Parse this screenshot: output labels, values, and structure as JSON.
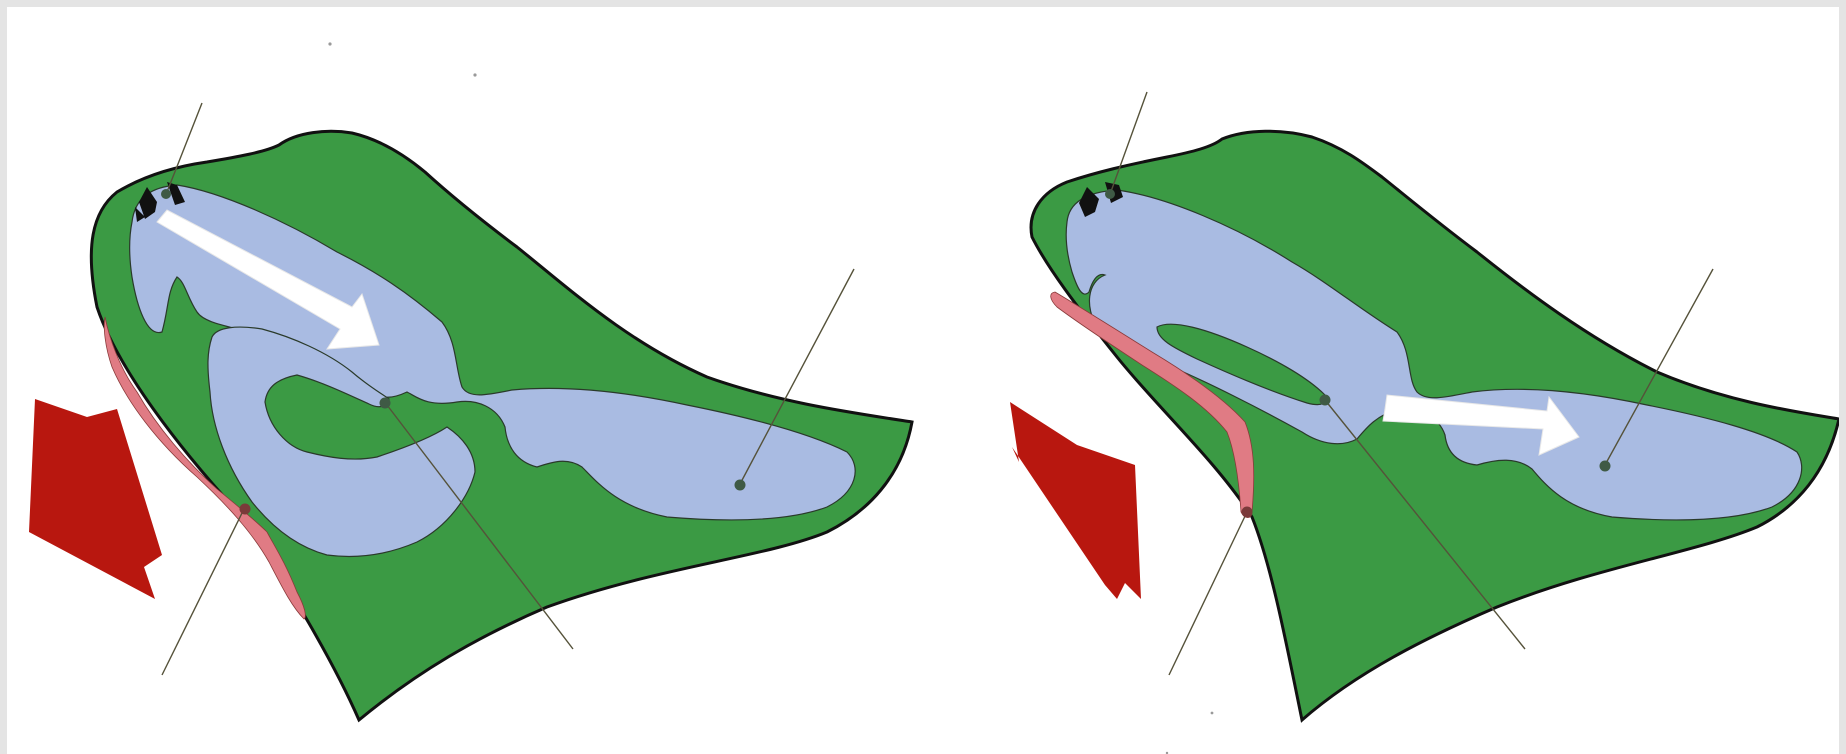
{
  "figure": {
    "panels": [
      {
        "id": "left",
        "state": "deflated",
        "airflow": "into-body",
        "force_arrow": "down-right"
      },
      {
        "id": "right",
        "state": "inflated",
        "airflow": "into-tail",
        "force_arrow": "down-right"
      }
    ],
    "colors": {
      "background": "#ffffff",
      "frame": "#e4e4e4",
      "body": "#3b9a44",
      "body_outline": "#111111",
      "air_chamber": "#a9bbe2",
      "membrane": "#e07b84",
      "force_arrow": "#b8170f",
      "flow_arrow": "#ffffff",
      "leader_line": "#55523a",
      "marker": "#3f5a45"
    },
    "icons": [
      "force-arrow-icon",
      "airflow-arrow-icon"
    ]
  }
}
